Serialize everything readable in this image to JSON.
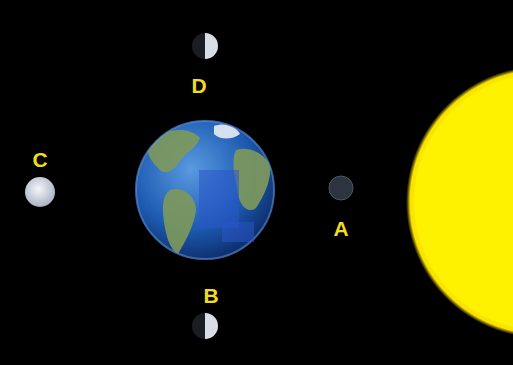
{
  "diagram": {
    "labels": [
      "D",
      "C",
      "A",
      "B"
    ]
  }
}
